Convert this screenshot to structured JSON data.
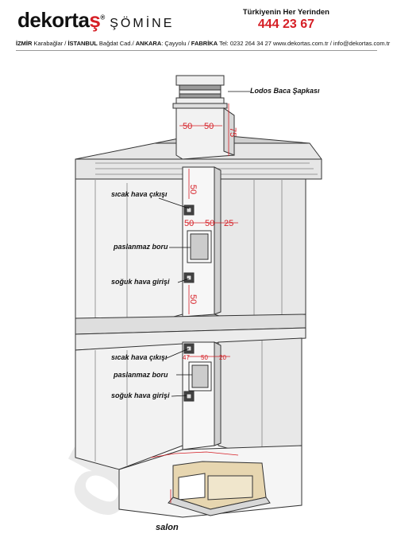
{
  "header": {
    "logo_main": "dekorta",
    "logo_accent": "ş",
    "logo_reg": "®",
    "logo_sub": "ŞÖMİNE",
    "tagline": "Türkiyenin Her Yerinden",
    "phone": "444 23 67",
    "address": {
      "c1": "İZMİR",
      "a1": " Karabağlar / ",
      "c2": "İSTANBUL",
      "a2": " Bağdat Cad./ ",
      "c3": "ANKARA",
      "a3": ": Çayyolu  / ",
      "c4": "FABRİKA",
      "a4": " Tel: 0232 264 34 27 www.dekortas.com.tr / info@dekortas.com.tr"
    }
  },
  "watermark": "dekortas",
  "labels": {
    "cap": "Lodos Baca Şapkası",
    "hot1": "sıcak hava çıkışı",
    "pipe1": "paslanmaz boru",
    "cold1": "soğuk hava girişi",
    "hot2": "sıcak hava çıkışı",
    "pipe2": "paslanmaz boru",
    "cold2": "soğuk hava girişi",
    "room": "salon"
  },
  "dimensions": {
    "cap_w1": "50",
    "cap_w2": "50",
    "cap_h": "75",
    "shaft_up": "50",
    "shaft_w1": "50",
    "shaft_w2": "50",
    "shaft_d": "25",
    "shaft_low": "50",
    "floor2_a": "47",
    "floor2_b": "50",
    "floor2_c": "20"
  },
  "colors": {
    "accent": "#d61f26",
    "line": "#333333",
    "wall": "#f2f2f2",
    "shade": "#d8d8d8"
  }
}
